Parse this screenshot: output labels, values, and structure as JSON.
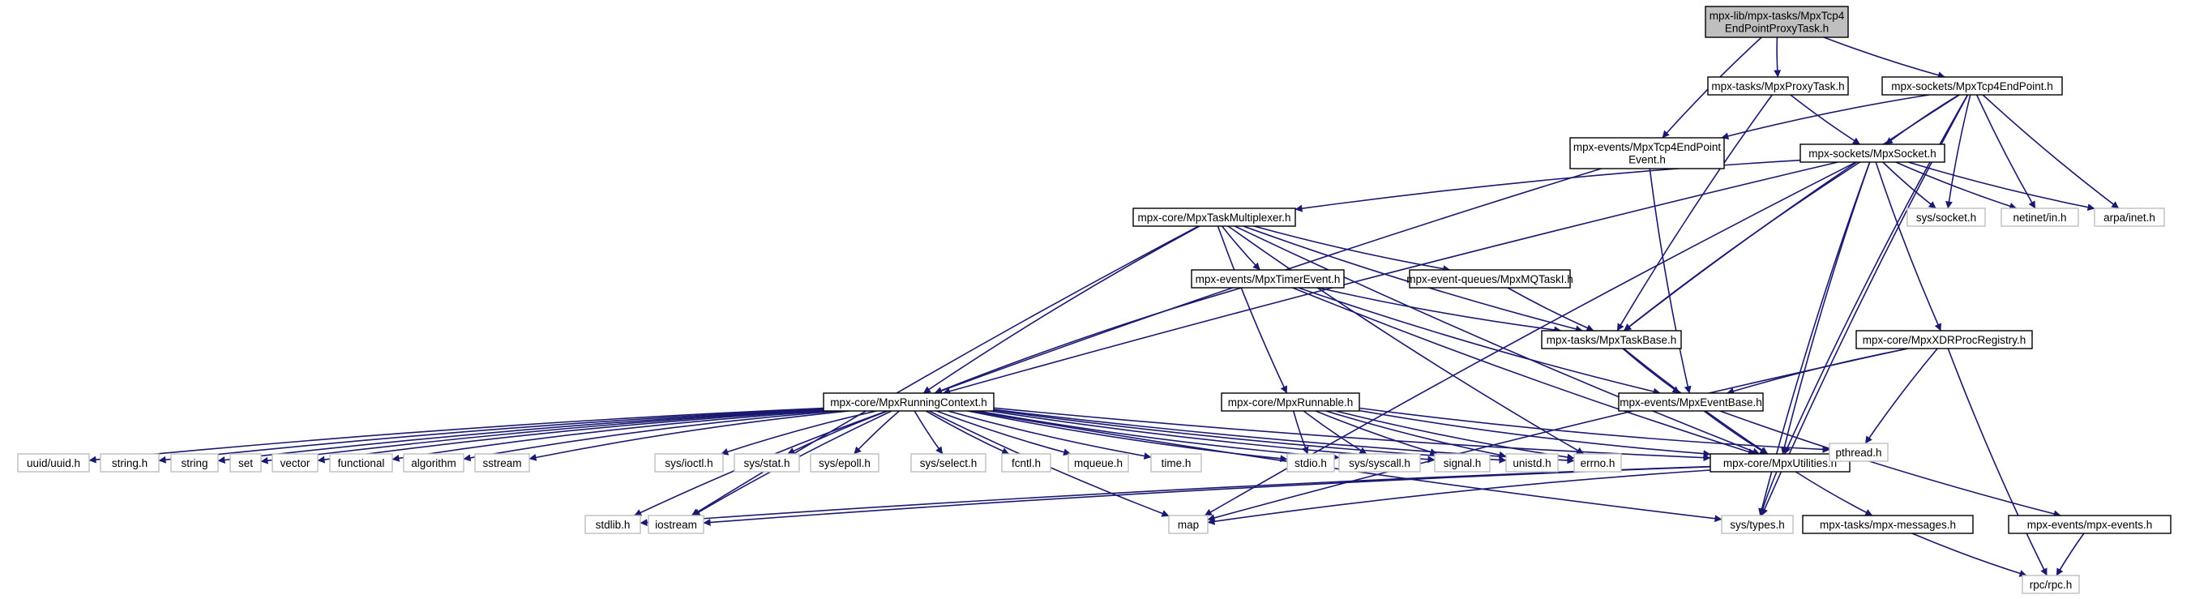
{
  "colors": {
    "edge": "#191970",
    "root_fill": "#bfbfbf",
    "project_border": "#000000",
    "external_border": "#bfbfbf"
  },
  "nodes": [
    {
      "id": "root",
      "lines": [
        "mpx-lib/mpx-tasks/MpxTcp4",
        "EndPointProxyTask.h"
      ],
      "kind": "root"
    },
    {
      "id": "proxytask",
      "lines": [
        "mpx-tasks/MpxProxyTask.h"
      ],
      "kind": "project"
    },
    {
      "id": "tcp4endpoint",
      "lines": [
        "mpx-sockets/MpxTcp4EndPoint.h"
      ],
      "kind": "project"
    },
    {
      "id": "tcp4event",
      "lines": [
        "mpx-events/MpxTcp4EndPoint",
        "Event.h"
      ],
      "kind": "project"
    },
    {
      "id": "socket",
      "lines": [
        "mpx-sockets/MpxSocket.h"
      ],
      "kind": "project"
    },
    {
      "id": "syssocket",
      "lines": [
        "sys/socket.h"
      ],
      "kind": "external"
    },
    {
      "id": "netinet",
      "lines": [
        "netinet/in.h"
      ],
      "kind": "external"
    },
    {
      "id": "arpainet",
      "lines": [
        "arpa/inet.h"
      ],
      "kind": "external"
    },
    {
      "id": "taskmux",
      "lines": [
        "mpx-core/MpxTaskMultiplexer.h"
      ],
      "kind": "project"
    },
    {
      "id": "timerevent",
      "lines": [
        "mpx-events/MpxTimerEvent.h"
      ],
      "kind": "project"
    },
    {
      "id": "mqtask",
      "lines": [
        "mpx-event-queues/MpxMQTaskI.h"
      ],
      "kind": "project"
    },
    {
      "id": "taskbase",
      "lines": [
        "mpx-tasks/MpxTaskBase.h"
      ],
      "kind": "project"
    },
    {
      "id": "xdr",
      "lines": [
        "mpx-core/MpxXDRProcRegistry.h"
      ],
      "kind": "project"
    },
    {
      "id": "runctx",
      "lines": [
        "mpx-core/MpxRunningContext.h"
      ],
      "kind": "project"
    },
    {
      "id": "runnable",
      "lines": [
        "mpx-core/MpxRunnable.h"
      ],
      "kind": "project"
    },
    {
      "id": "eventbase",
      "lines": [
        "mpx-events/MpxEventBase.h"
      ],
      "kind": "project"
    },
    {
      "id": "utilities",
      "lines": [
        "mpx-core/MpxUtilities.h"
      ],
      "kind": "project"
    },
    {
      "id": "uuid",
      "lines": [
        "uuid/uuid.h"
      ],
      "kind": "external"
    },
    {
      "id": "stringh",
      "lines": [
        "string.h"
      ],
      "kind": "external"
    },
    {
      "id": "string",
      "lines": [
        "string"
      ],
      "kind": "external"
    },
    {
      "id": "set",
      "lines": [
        "set"
      ],
      "kind": "external"
    },
    {
      "id": "vector",
      "lines": [
        "vector"
      ],
      "kind": "external"
    },
    {
      "id": "functional",
      "lines": [
        "functional"
      ],
      "kind": "external"
    },
    {
      "id": "algorithm",
      "lines": [
        "algorithm"
      ],
      "kind": "external"
    },
    {
      "id": "sstream",
      "lines": [
        "sstream"
      ],
      "kind": "external"
    },
    {
      "id": "sysioctl",
      "lines": [
        "sys/ioctl.h"
      ],
      "kind": "external"
    },
    {
      "id": "sysstat",
      "lines": [
        "sys/stat.h"
      ],
      "kind": "external"
    },
    {
      "id": "sysepoll",
      "lines": [
        "sys/epoll.h"
      ],
      "kind": "external"
    },
    {
      "id": "sysselect",
      "lines": [
        "sys/select.h"
      ],
      "kind": "external"
    },
    {
      "id": "fcntl",
      "lines": [
        "fcntl.h"
      ],
      "kind": "external"
    },
    {
      "id": "mqueue",
      "lines": [
        "mqueue.h"
      ],
      "kind": "external"
    },
    {
      "id": "timeh",
      "lines": [
        "time.h"
      ],
      "kind": "external"
    },
    {
      "id": "stdio",
      "lines": [
        "stdio.h"
      ],
      "kind": "external"
    },
    {
      "id": "syssyscall",
      "lines": [
        "sys/syscall.h"
      ],
      "kind": "external"
    },
    {
      "id": "signal",
      "lines": [
        "signal.h"
      ],
      "kind": "external"
    },
    {
      "id": "unistd",
      "lines": [
        "unistd.h"
      ],
      "kind": "external"
    },
    {
      "id": "errno",
      "lines": [
        "errno.h"
      ],
      "kind": "external"
    },
    {
      "id": "pthread",
      "lines": [
        "pthread.h"
      ],
      "kind": "external"
    },
    {
      "id": "stdlib",
      "lines": [
        "stdlib.h"
      ],
      "kind": "external"
    },
    {
      "id": "iostream",
      "lines": [
        "iostream"
      ],
      "kind": "external"
    },
    {
      "id": "map",
      "lines": [
        "map"
      ],
      "kind": "external"
    },
    {
      "id": "systypes",
      "lines": [
        "sys/types.h"
      ],
      "kind": "external"
    },
    {
      "id": "messages",
      "lines": [
        "mpx-tasks/mpx-messages.h"
      ],
      "kind": "project"
    },
    {
      "id": "mpxevents",
      "lines": [
        "mpx-events/mpx-events.h"
      ],
      "kind": "project"
    },
    {
      "id": "rpc",
      "lines": [
        "rpc/rpc.h"
      ],
      "kind": "external"
    }
  ],
  "edges": [
    [
      "root",
      "proxytask"
    ],
    [
      "root",
      "tcp4endpoint"
    ],
    [
      "root",
      "tcp4event"
    ],
    [
      "proxytask",
      "socket"
    ],
    [
      "proxytask",
      "taskbase"
    ],
    [
      "tcp4endpoint",
      "tcp4event"
    ],
    [
      "tcp4endpoint",
      "socket"
    ],
    [
      "tcp4endpoint",
      "syssocket"
    ],
    [
      "tcp4endpoint",
      "netinet"
    ],
    [
      "tcp4endpoint",
      "arpainet"
    ],
    [
      "tcp4endpoint",
      "taskbase"
    ],
    [
      "tcp4endpoint",
      "utilities"
    ],
    [
      "tcp4endpoint",
      "systypes"
    ],
    [
      "tcp4event",
      "eventbase"
    ],
    [
      "tcp4event",
      "runctx"
    ],
    [
      "socket",
      "taskmux"
    ],
    [
      "socket",
      "syssocket"
    ],
    [
      "socket",
      "netinet"
    ],
    [
      "socket",
      "arpainet"
    ],
    [
      "socket",
      "taskbase"
    ],
    [
      "socket",
      "xdr"
    ],
    [
      "socket",
      "utilities"
    ],
    [
      "socket",
      "map"
    ],
    [
      "socket",
      "systypes"
    ],
    [
      "socket",
      "runctx"
    ],
    [
      "taskmux",
      "timerevent"
    ],
    [
      "taskmux",
      "mqtask"
    ],
    [
      "taskmux",
      "taskbase"
    ],
    [
      "taskmux",
      "runctx"
    ],
    [
      "taskmux",
      "runnable"
    ],
    [
      "taskmux",
      "utilities"
    ],
    [
      "taskmux",
      "errno"
    ],
    [
      "taskmux",
      "iostream"
    ],
    [
      "timerevent",
      "taskbase"
    ],
    [
      "timerevent",
      "eventbase"
    ],
    [
      "timerevent",
      "runctx"
    ],
    [
      "timerevent",
      "utilities"
    ],
    [
      "mqtask",
      "taskbase"
    ],
    [
      "taskbase",
      "eventbase"
    ],
    [
      "taskbase",
      "utilities"
    ],
    [
      "xdr",
      "eventbase"
    ],
    [
      "xdr",
      "pthread"
    ],
    [
      "xdr",
      "map"
    ],
    [
      "xdr",
      "rpc"
    ],
    [
      "eventbase",
      "utilities"
    ],
    [
      "eventbase",
      "mpxevents"
    ],
    [
      "runnable",
      "stdio"
    ],
    [
      "runnable",
      "syssyscall"
    ],
    [
      "runnable",
      "signal"
    ],
    [
      "runnable",
      "unistd"
    ],
    [
      "runnable",
      "errno"
    ],
    [
      "runnable",
      "pthread"
    ],
    [
      "runnable",
      "utilities"
    ],
    [
      "runctx",
      "uuid"
    ],
    [
      "runctx",
      "stringh"
    ],
    [
      "runctx",
      "string"
    ],
    [
      "runctx",
      "set"
    ],
    [
      "runctx",
      "vector"
    ],
    [
      "runctx",
      "functional"
    ],
    [
      "runctx",
      "algorithm"
    ],
    [
      "runctx",
      "sstream"
    ],
    [
      "runctx",
      "sysioctl"
    ],
    [
      "runctx",
      "sysstat"
    ],
    [
      "runctx",
      "sysepoll"
    ],
    [
      "runctx",
      "sysselect"
    ],
    [
      "runctx",
      "fcntl"
    ],
    [
      "runctx",
      "mqueue"
    ],
    [
      "runctx",
      "timeh"
    ],
    [
      "runctx",
      "stdio"
    ],
    [
      "runctx",
      "syssyscall"
    ],
    [
      "runctx",
      "signal"
    ],
    [
      "runctx",
      "unistd"
    ],
    [
      "runctx",
      "errno"
    ],
    [
      "runctx",
      "utilities"
    ],
    [
      "runctx",
      "stdlib"
    ],
    [
      "runctx",
      "iostream"
    ],
    [
      "runctx",
      "map"
    ],
    [
      "runctx",
      "systypes"
    ],
    [
      "utilities",
      "stdlib"
    ],
    [
      "utilities",
      "iostream"
    ],
    [
      "utilities",
      "map"
    ],
    [
      "utilities",
      "systypes"
    ],
    [
      "utilities",
      "messages"
    ],
    [
      "messages",
      "rpc"
    ],
    [
      "mpxevents",
      "rpc"
    ]
  ]
}
